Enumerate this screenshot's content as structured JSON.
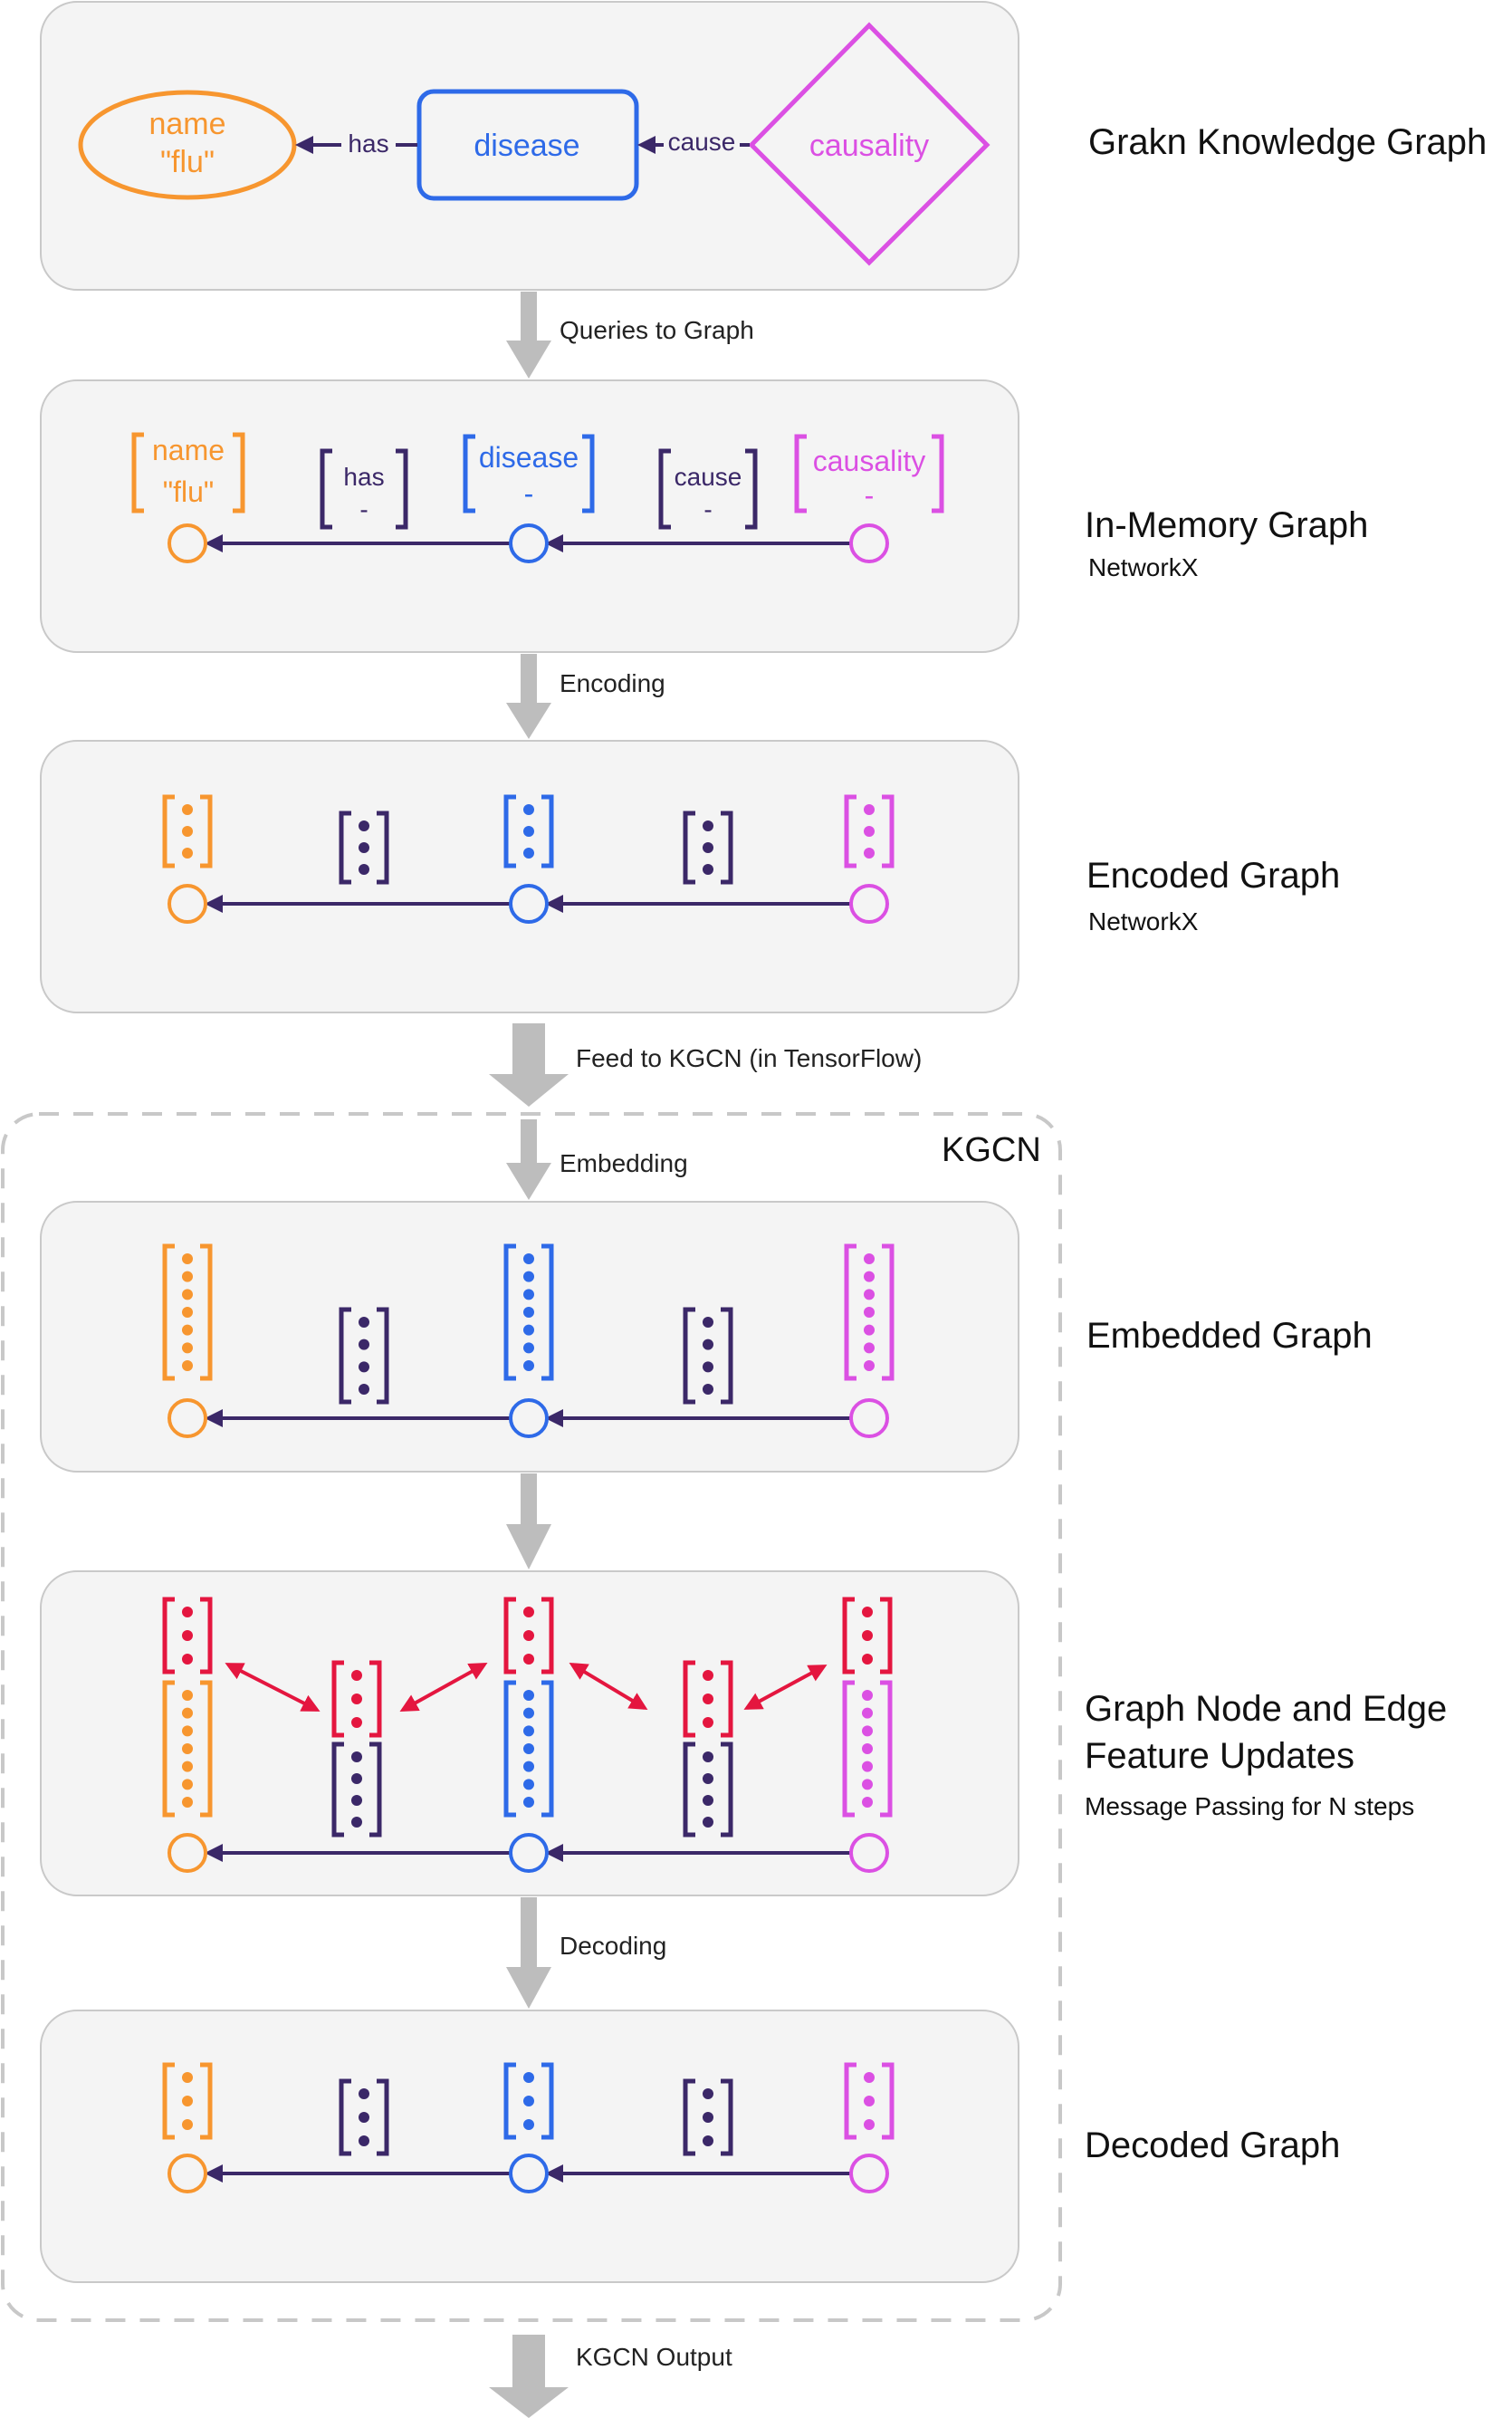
{
  "colors": {
    "orange": "#F7962F",
    "blue": "#2E6AE8",
    "magenta": "#DB50E3",
    "indigo": "#3B2868",
    "red": "#E4163F",
    "arrow_gray": "#BDBDBD",
    "panel_fill": "#F4F4F4",
    "panel_border": "#C9C9C9"
  },
  "knowledge_graph": {
    "name_label": "name",
    "name_value": "\"flu\"",
    "disease_label": "disease",
    "causality_label": "causality",
    "has_label": "has",
    "cause_label": "cause"
  },
  "in_memory": {
    "name_label": "name",
    "name_value": "\"flu\"",
    "has_label": "has",
    "has_value": "-",
    "disease_label": "disease",
    "disease_value": "-",
    "cause_label": "cause",
    "cause_value": "-",
    "causality_label": "causality",
    "causality_value": "-"
  },
  "arrows": {
    "queries": "Queries to Graph",
    "encoding": "Encoding",
    "feed": "Feed to KGCN (in TensorFlow)",
    "embedding": "Embedding",
    "decoding": "Decoding",
    "output": "KGCN Output"
  },
  "kgcn_label": "KGCN",
  "stages": {
    "knowledge_title": "Grakn Knowledge Graph",
    "inmemory_title": "In-Memory Graph",
    "inmemory_sub": "NetworkX",
    "encoded_title": "Encoded Graph",
    "encoded_sub": "NetworkX",
    "embedded_title": "Embedded Graph",
    "updates_title_1": "Graph Node and Edge",
    "updates_title_2": "Feature Updates",
    "updates_sub": "Message Passing for N steps",
    "decoded_title": "Decoded Graph"
  }
}
